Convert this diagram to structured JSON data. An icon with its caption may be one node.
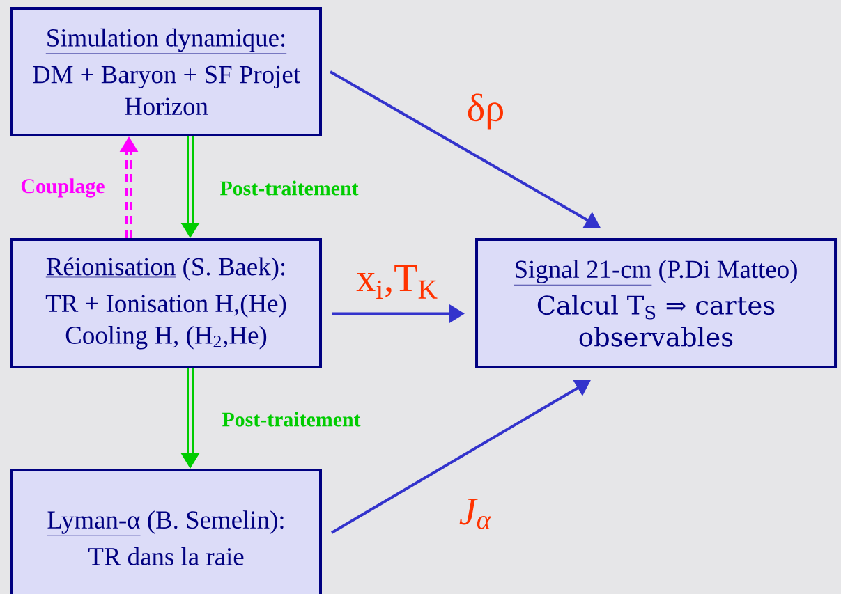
{
  "diagram": {
    "nodes": [
      {
        "text": [
          "Simulation dynamique:",
          "DM + Baryon + SF Projet Horizon"
        ]
      },
      {
        "text": [
          "Réionisation",
          "(S. Baek):",
          "TR + Ionisation H,(He) Cooling H, (H$_{2}$,He)"
        ]
      },
      {
        "text": [
          "Lyman-α",
          "(B. Semelin):",
          "TR dans la raie"
        ]
      },
      {
        "text": [
          "Signal 21-cm",
          "(P.Di Matteo)",
          "Calcul T$_{S}$ ⇒ cartes observables"
        ]
      }
    ],
    "edges": [
      {
        "from": 0,
        "to": 3,
        "arrow": "to",
        "label": "δρ"
      },
      {
        "from": 1,
        "to": 3,
        "arrow": "to",
        "label": "x$_{i}$,T$_{K}$"
      },
      {
        "from": 2,
        "to": 3,
        "arrow": "to",
        "label": "J$_{α}$"
      },
      {
        "from": 0,
        "to": 1,
        "arrow": "to",
        "label": "Post-traitement",
        "style": "thick",
        "color": "#00cc00"
      },
      {
        "from": 1,
        "to": 2,
        "arrow": "to",
        "label": "Post-traitement",
        "style": "thick",
        "color": "#00cc00"
      },
      {
        "from": 1,
        "to": 0,
        "arrow": "to",
        "label": "Couplage",
        "style": "dashed",
        "color": "#ff00ff"
      }
    ]
  }
}
